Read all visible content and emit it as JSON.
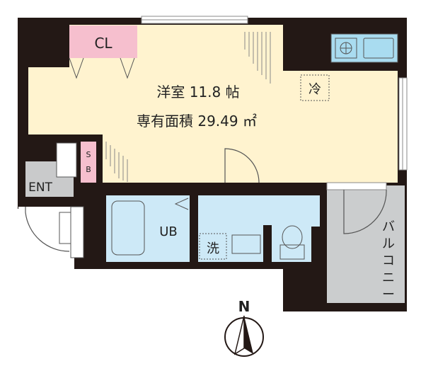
{
  "plan": {
    "main_room": {
      "name": "洋室 11.8 帖",
      "area": "専有面積 29.49 ㎡"
    },
    "closet": "CL",
    "shoe_box": [
      "S",
      "B"
    ],
    "entrance": "ENT",
    "unit_bath": "UB",
    "washer": "洗",
    "fridge": "冷",
    "balcony": [
      "バ",
      "ル",
      "コ",
      "ニ",
      "ー"
    ],
    "north": "N"
  },
  "colors": {
    "wall": "#231815",
    "room_floor": "#fff3cf",
    "wet_area": "#cde9f7",
    "entrance_floor": "#c9cacb",
    "balcony_floor": "#cbcdce",
    "closet": "#f6bfce",
    "kitchen": "#a9dcf0",
    "compass_fill": "#231815"
  }
}
